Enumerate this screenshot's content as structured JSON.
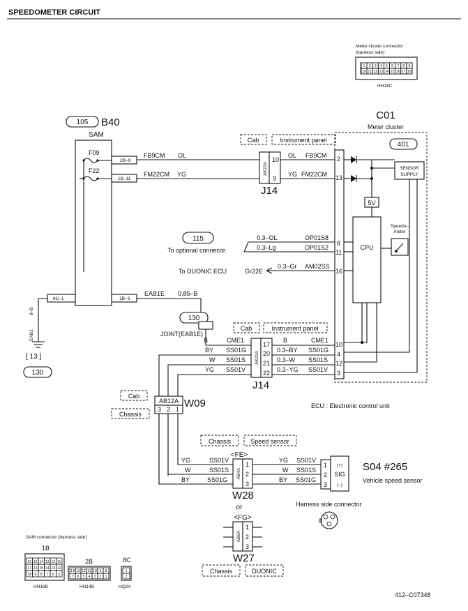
{
  "page": {
    "title": "SPEEDOMETER CIRCUIT",
    "figure_code": "412–C07348",
    "ecu_note": "ECU : Electronic control unit"
  },
  "meter_conn": {
    "title": "Meter cluster connector",
    "subtitle": "(harness side)",
    "code": "HH18C",
    "row1": [
      "1",
      "2",
      "3",
      "4",
      "5",
      "6",
      "7",
      "8",
      "9"
    ],
    "row2": [
      "10",
      "11",
      "12",
      "13",
      "14",
      "15",
      "16",
      "17",
      "18"
    ]
  },
  "sam": {
    "ref": "105",
    "id": "B40",
    "name": "SAM",
    "fuse1": "F09",
    "fuse2": "F22",
    "pin_2b9": "2B–9",
    "pin_1b11": "1B–11",
    "pin_1b3": "1B–3",
    "pin_8c1": "8C–1"
  },
  "wires": {
    "fb9cm": "FB9CM",
    "ol": "OL",
    "fm22cm": "FM22CM",
    "yg": "YG",
    "eab1e": "EAB1E",
    "w085b": "0,85–B",
    "b": "B",
    "cme1": "CME1",
    "by": "BY",
    "w": "W",
    "ss01g": "SS01G",
    "ss01s": "SS01S",
    "ss01v": "SS01V",
    "w03by": "0.3–BY",
    "w03w": "0.3–W",
    "w03yg": "0.3–YG",
    "w03ol": "0.3–OL",
    "w03lg": "0.3–Lg",
    "w03gr": "0.3–Gr",
    "op01s8": "OP01S8",
    "op01s2": "OP01S2",
    "am02ss": "AM02SS",
    "gr22e": "Gr22E",
    "eab1_vert": "EAB1",
    "b_vert": "8–B"
  },
  "meter": {
    "id": "C01",
    "name": "Meter cluster",
    "ref": "401",
    "sensor_supply": [
      "SENSOR",
      "SUPPLY"
    ],
    "v5": "5V",
    "cpu": "CPU",
    "speedo": [
      "Speedo–",
      "meter"
    ],
    "pins": [
      "2",
      "13",
      "8",
      "11",
      "16",
      "10",
      "4",
      "12",
      "3"
    ]
  },
  "j14_top": {
    "conn": "AK22A",
    "name": "J14",
    "pins": [
      "10",
      "9"
    ],
    "cab": "Cab",
    "panel": "Instrument panel"
  },
  "j14_bot": {
    "conn": "AK22A",
    "name": "J14",
    "pins": [
      "17",
      "20",
      "21",
      "22"
    ],
    "cab": "Cab",
    "panel": "Instrument panel"
  },
  "optional": {
    "ref": "115",
    "label": "To optional connecor"
  },
  "duonic": {
    "label": "To DUONIC ECU"
  },
  "joint": {
    "ref": "130",
    "label": "JOINT(EAB1E)"
  },
  "ground": {
    "bracket": "[ 13 ]",
    "ref": "130"
  },
  "w09": {
    "conn": "AB12A",
    "name": "W09",
    "pins": [
      "3",
      "2",
      "1"
    ],
    "cab": "Cab",
    "chassis": "Chassis"
  },
  "w28": {
    "conn": "AB4A",
    "name": "W28",
    "pins": [
      "1",
      "2",
      "3"
    ],
    "variant": "<FE>",
    "chassis": "Chassis",
    "speed": "Speed sensor"
  },
  "or_text": "or",
  "w27": {
    "conn": "AB6A",
    "name": "W27",
    "pins": [
      "1",
      "2",
      "3"
    ],
    "variant": "<FG>",
    "chassis": "Chassis",
    "duonic": "DUONIC"
  },
  "sensor": {
    "id": "S04 #265",
    "name": "Vehicle speed sensor",
    "plus": "(+)",
    "sig": "SIG",
    "minus": "(–)",
    "pins": [
      "1",
      "2",
      "3"
    ],
    "harness_label": "Harness side connector"
  },
  "sam_conn": {
    "title": "SAM connector (harness side)",
    "c1": {
      "label": "1B",
      "code": "HH18B",
      "row1": [
        "16",
        "15",
        "14",
        "13",
        "12",
        "11"
      ],
      "row2": [
        "17",
        "16",
        "15",
        "14",
        "13",
        "12"
      ],
      "row3": [
        "18",
        "9",
        "8",
        "7",
        "6",
        "5"
      ]
    },
    "c2": {
      "label": "2B",
      "code": "HN14B",
      "row1": [
        "14",
        "13",
        "12",
        "11",
        "10",
        "9",
        "8"
      ],
      "row2": [
        "7",
        "6",
        "5",
        "4",
        "3",
        "2",
        "1"
      ]
    },
    "c3": {
      "label": "8C",
      "code": "HQ2A",
      "row1": [
        "1"
      ],
      "row2": [
        "2"
      ]
    }
  }
}
